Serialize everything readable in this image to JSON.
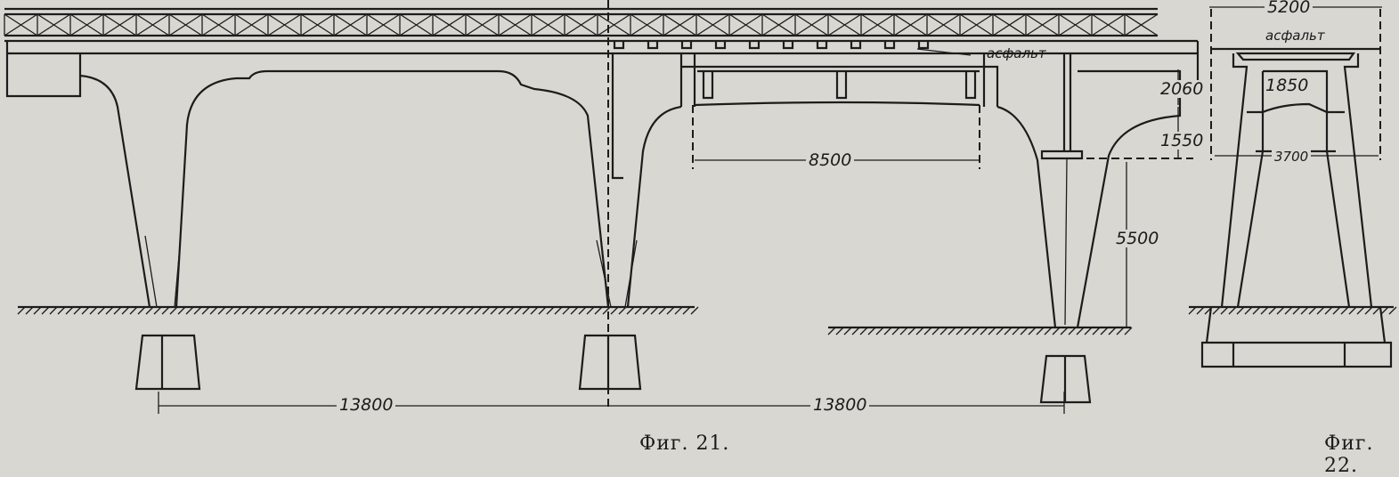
{
  "figure21": {
    "caption": "Фиг. 21.",
    "labels": {
      "asphalt": "асфальт",
      "deck_height": "2060",
      "haunch_height": "1550",
      "clear_span": "8500",
      "pier_height": "5500",
      "span_left": "13800",
      "span_right": "13800"
    }
  },
  "figure22": {
    "caption": "Фиг. 22.",
    "labels": {
      "top_width": "5200",
      "asphalt": "асфальт",
      "box_height": "1850",
      "inner_width": "3700"
    }
  }
}
